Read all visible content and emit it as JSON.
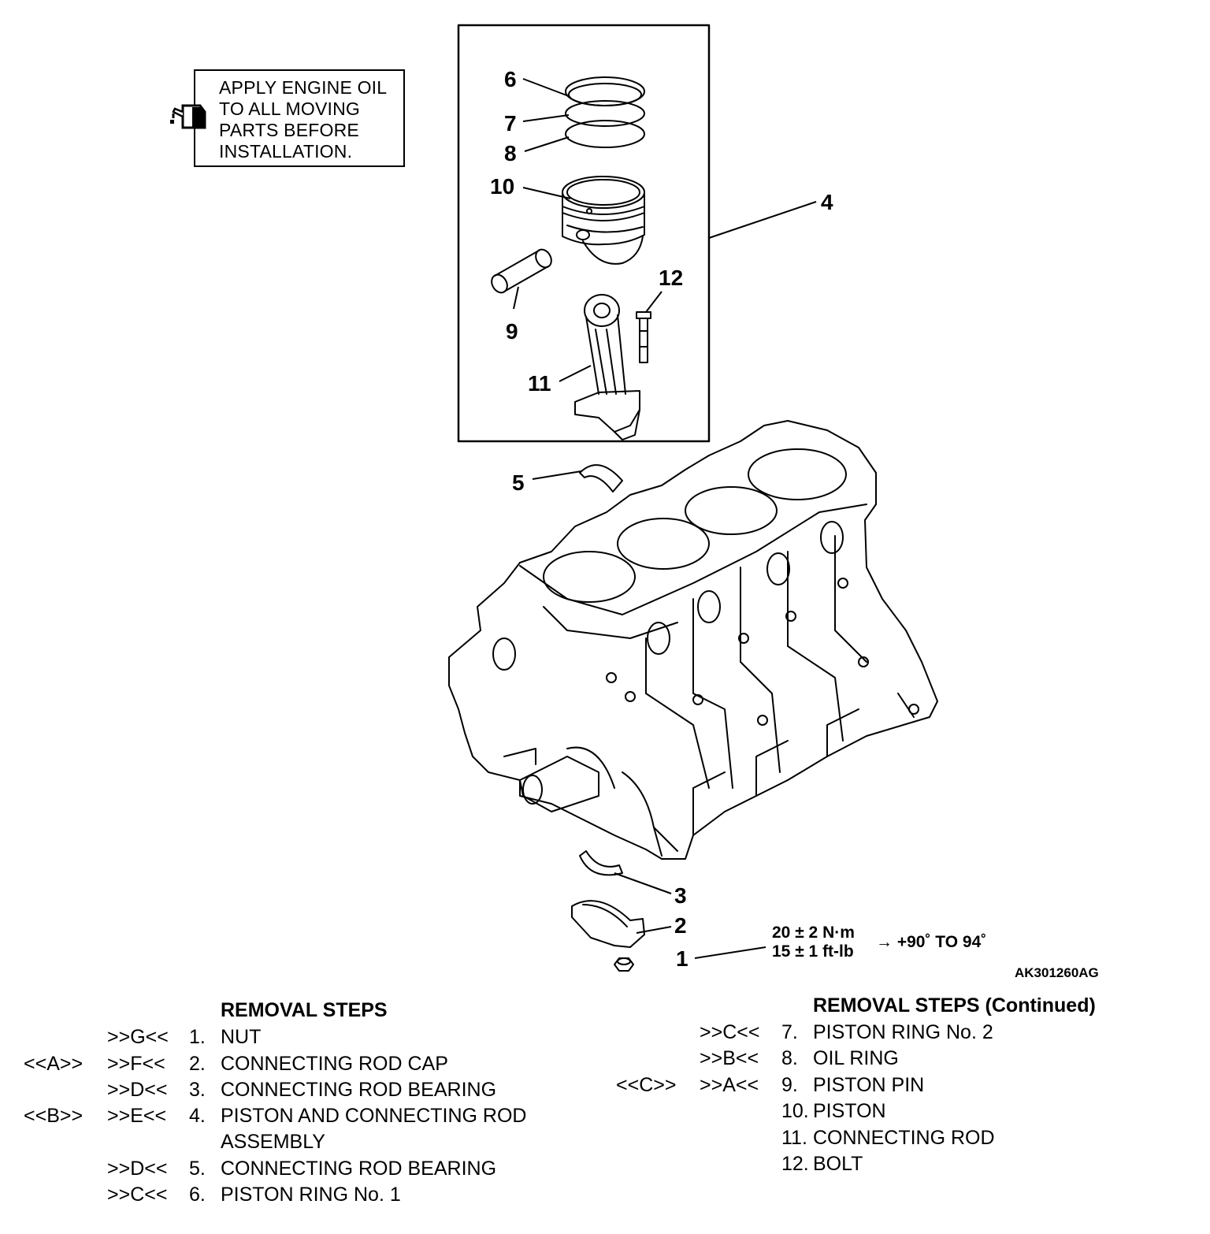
{
  "note": {
    "text": "APPLY ENGINE OIL\nTO ALL MOVING\nPARTS BEFORE\nINSTALLATION.",
    "icon": "oil-can-icon"
  },
  "callouts": [
    "1",
    "2",
    "3",
    "4",
    "5",
    "6",
    "7",
    "8",
    "9",
    "10",
    "11",
    "12"
  ],
  "torque": {
    "metric": "20 ± 2 N·m",
    "imperial": "15 ± 1 ft-lb",
    "angle": "→ +90˚ TO 94˚"
  },
  "figure_code": "AK301260AG",
  "steps_left": {
    "title": "REMOVAL STEPS",
    "rows": [
      {
        "a": "",
        "b": ">>G<<",
        "n": "1.",
        "t": "NUT"
      },
      {
        "a": "<<A>>",
        "b": ">>F<<",
        "n": "2.",
        "t": "CONNECTING ROD CAP"
      },
      {
        "a": "",
        "b": ">>D<<",
        "n": "3.",
        "t": "CONNECTING ROD BEARING"
      },
      {
        "a": "<<B>>",
        "b": ">>E<<",
        "n": "4.",
        "t": "PISTON AND CONNECTING ROD"
      },
      {
        "a": "",
        "b": "",
        "n": "",
        "t": "ASSEMBLY"
      },
      {
        "a": "",
        "b": ">>D<<",
        "n": "5.",
        "t": "CONNECTING ROD BEARING"
      },
      {
        "a": "",
        "b": ">>C<<",
        "n": "6.",
        "t": "PISTON RING No. 1"
      }
    ]
  },
  "steps_right": {
    "title": "REMOVAL STEPS (Continued)",
    "rows": [
      {
        "a": "",
        "b": ">>C<<",
        "n": "7.",
        "t": "PISTON RING No. 2"
      },
      {
        "a": "",
        "b": ">>B<<",
        "n": "8.",
        "t": "OIL RING"
      },
      {
        "a": "<<C>>",
        "b": ">>A<<",
        "n": "9.",
        "t": "PISTON PIN"
      },
      {
        "a": "",
        "b": "",
        "n": "10.",
        "t": "PISTON"
      },
      {
        "a": "",
        "b": "",
        "n": "11.",
        "t": "CONNECTING ROD"
      },
      {
        "a": "",
        "b": "",
        "n": "12.",
        "t": "BOLT"
      }
    ]
  }
}
